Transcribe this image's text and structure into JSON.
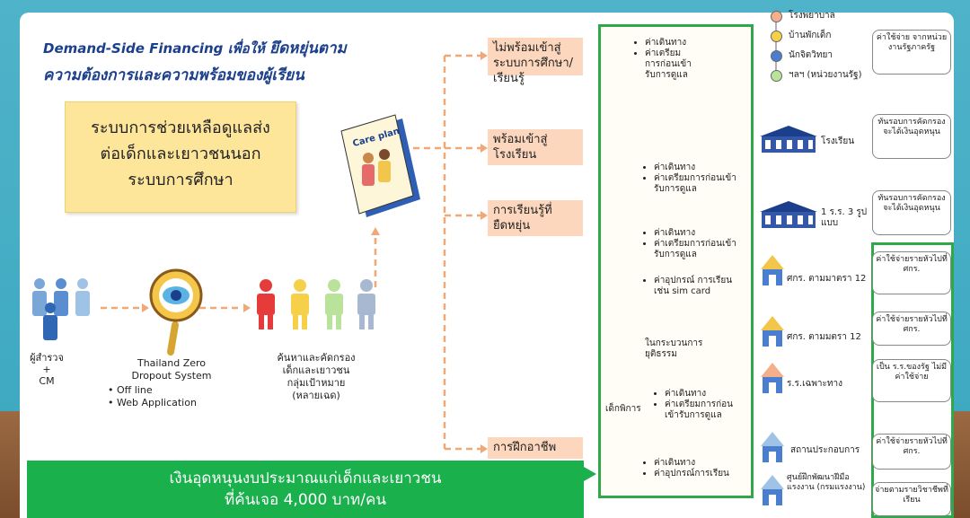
{
  "title": {
    "line1_prefix": "Demand-Side Financing เพื่อให้",
    "line1_emph": "ยึดหยุ่นตาม",
    "line2": "ความต้องการและความพร้อมของผู้เรียน"
  },
  "system_box": [
    "ระบบการช่วยเหลือดูแลส่ง",
    "ต่อเด็กและเยาวชนนอก",
    "ระบบการศึกษา"
  ],
  "care_plan": "Care plan",
  "flow": {
    "surveyor": [
      "ผู้สำรวจ +",
      "CM"
    ],
    "system_name": [
      "Thailand Zero",
      "Dropout System"
    ],
    "system_modes": [
      "Off line",
      "Web Application"
    ],
    "screening": [
      "ค้นหาและคัดกรอง",
      "เด็กและเยาวชน",
      "กลุ่มเป้าหมาย",
      "(หลายเฉด)"
    ]
  },
  "categories": [
    {
      "label": "ไม่พร้อมเข้าสู่ระบบการศึกษา/เรียนรู้"
    },
    {
      "label": "พร้อมเข้าสู่โรงเรียน"
    },
    {
      "label": "การเรียนรู้ที่ยืดหยุ่น"
    },
    {
      "label": "การฝึกอาชีพ"
    }
  ],
  "notes": {
    "n1": [
      "ค่าเดินทาง",
      "ค่าเตรียมการก่อนเข้ารับการดูแล"
    ],
    "n2": [
      "ค่าเดินทาง",
      "ค่าเตรียมการก่อนเข้ารับการดูแล"
    ],
    "n3": [
      "ค่าเดินทาง",
      "ค่าเตรียมการก่อนเข้ารับการดูแล"
    ],
    "n4": [
      "ค่าอุปกรณ์ การเรียน เช่น sim card"
    ],
    "n5": "ในกระบวนการยุติธรรม",
    "n6_title": "เด็กพิการ",
    "n6": [
      "ค่าเดินทาง",
      "ค่าเตรียมการก่อนเข้ารับการดูแล"
    ],
    "n7": [
      "ค่าเดินทาง",
      "ค่าอุปกรณ์การเรียน"
    ]
  },
  "services_top": [
    "โรงพยาบาล",
    "บ้านพักเด็ก",
    "นักจิตวิทยา",
    "ฯลฯ (หน่วยงานรัฐ)"
  ],
  "services_top_colors": [
    "#f4b08c",
    "#f7d04a",
    "#4a7fd0",
    "#b9e39a"
  ],
  "destinations": [
    "โรงเรียน",
    "1 ร.ร. 3 รูปแบบ",
    "ศกร. ตามมาตรา 12",
    "ศกร. ตามมตรา 12",
    "ร.ร.เฉพาะทาง",
    "สถานประกอบการ",
    "ศูนย์ฝึกพัฒนาฝีมือแรงงาน (กรมแรงงาน)"
  ],
  "right_notes": [
    "ค่าใช้จ่าย จากหน่วยงานรัฐภาครัฐ",
    "ทันรอบการคัดกรอง จะได้เงินอุดหนุน",
    "ทันรอบการคัดกรอง จะได้เงินอุดหนุน",
    "ค่าใช้จ่ายรายหัวไปที่ ศกร.",
    "ค่าใช้จ่ายรายหัวไปที่ ศกร.",
    "เป็น ร.ร.ของรัฐ ไม่มีค่าใช้จ่าย",
    "ค่าใช้จ่ายรายหัวไปที่ ศกร.",
    "จ่ายตามรายวิชาชีพที่เรียน"
  ],
  "subsidy": [
    "เงินอุดหนุนงบประมาณแก่เด็กและเยาวชน",
    "ที่ค้นเจอ 4,000 บาท/คน"
  ],
  "colors": {
    "green": "#2fa84a",
    "orange_arrow": "#f0a877",
    "category_bg": "#fcd7bd",
    "navy": "#1c3f8c"
  }
}
